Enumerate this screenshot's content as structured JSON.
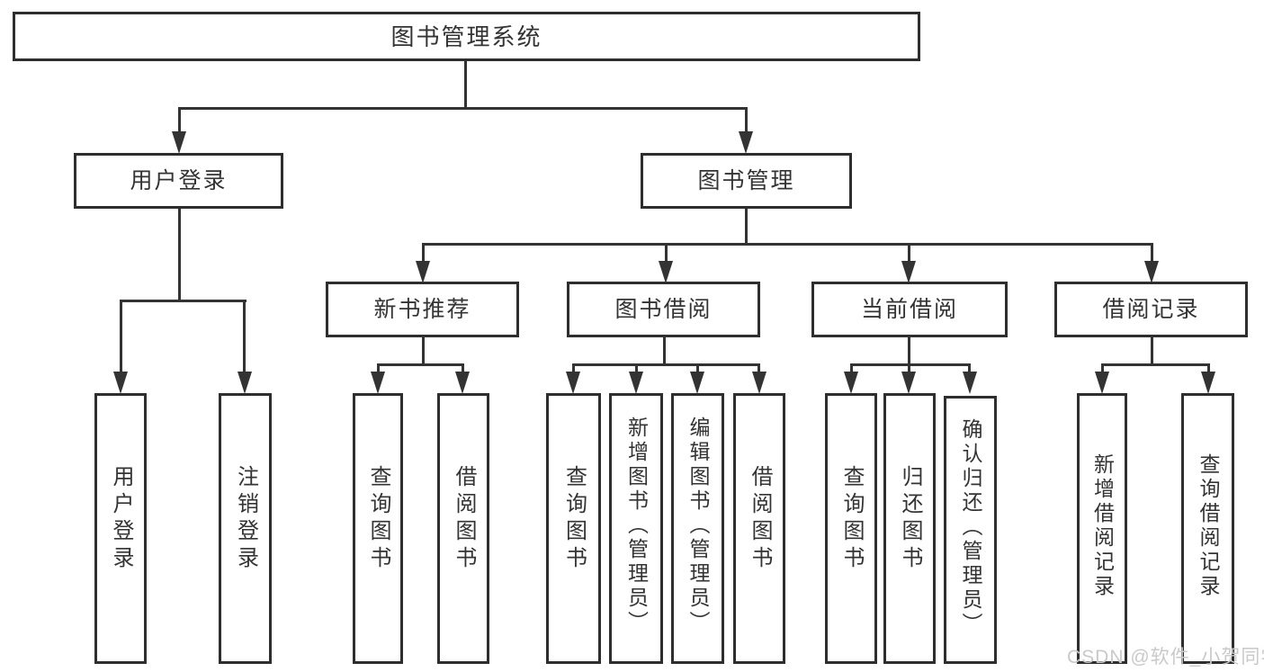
{
  "colors": {
    "line": "#333333",
    "box_border": "#2e2e2e",
    "text": "#333333",
    "background": "#ffffff",
    "watermark_text_color": "#c9c9c9"
  },
  "watermark": "CSDN @软件_小贺同学",
  "root": {
    "label": "图书管理系统"
  },
  "branches": [
    {
      "label": "用户登录",
      "children": [
        {
          "label": "用户登录"
        },
        {
          "label": "注销登录"
        }
      ]
    },
    {
      "label": "图书管理",
      "children": [
        {
          "label": "新书推荐",
          "children": [
            {
              "label": "查询图书"
            },
            {
              "label": "借阅图书"
            }
          ]
        },
        {
          "label": "图书借阅",
          "children": [
            {
              "label": "查询图书"
            },
            {
              "label": "新增图书（管理员）"
            },
            {
              "label": "编辑图书（管理员）"
            },
            {
              "label": "借阅图书"
            }
          ]
        },
        {
          "label": "当前借阅",
          "children": [
            {
              "label": "查询图书"
            },
            {
              "label": "归还图书"
            },
            {
              "label": "确认归还（管理员）"
            }
          ]
        },
        {
          "label": "借阅记录",
          "children": [
            {
              "label": "新增借阅记录"
            },
            {
              "label": "查询借阅记录"
            }
          ]
        }
      ]
    }
  ]
}
